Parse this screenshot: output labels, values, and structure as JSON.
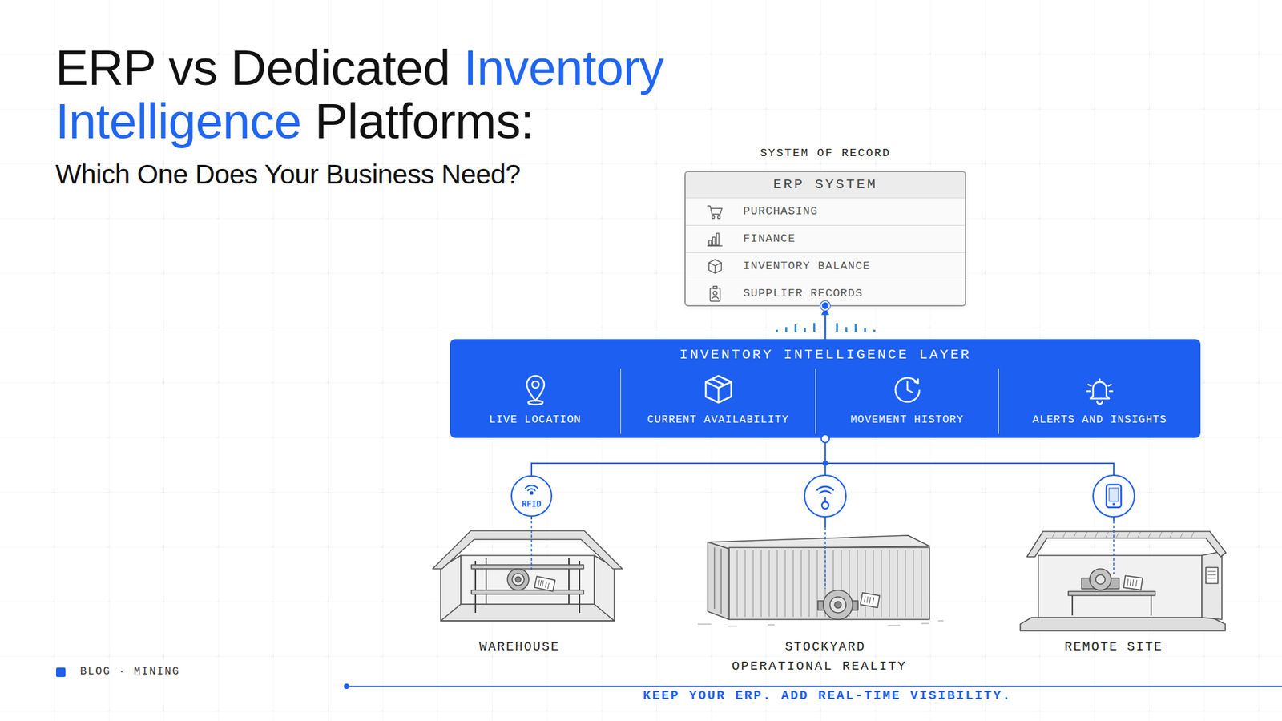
{
  "diagram": {
    "title": "ERP vs Dedicated Inventory Intelligence Platforms:",
    "nodes": [
      {
        "text": [
          "SYSTEM OF RECORD",
          "ERP SYSTEM"
        ]
      },
      {
        "text": [
          "PURCHASING"
        ],
        "in": 0
      },
      {
        "text": [
          "FINANCE"
        ],
        "in": 0
      },
      {
        "text": [
          "INVENTORY BALANCE"
        ],
        "in": 0
      },
      {
        "text": [
          "SUPPLIER RECORDS"
        ],
        "in": 0
      },
      {
        "text": [
          "INVENTORY INTELLIGENCE LAYER"
        ]
      },
      {
        "text": [
          "LIVE LOCATION"
        ],
        "in": 5
      },
      {
        "text": [
          "CURRENT AVAILABILITY"
        ],
        "in": 5
      },
      {
        "text": [
          "MOVEMENT HISTORY"
        ],
        "in": 5
      },
      {
        "text": [
          "ALERTS AND INSIGHTS"
        ],
        "in": 5
      },
      {
        "text": [
          "RFID"
        ]
      },
      {
        "text": [
          "WAREHOUSE"
        ]
      },
      {
        "text": [
          "STOCKYARD"
        ]
      },
      {
        "text": [
          "REMOTE SITE"
        ]
      }
    ],
    "edges": [
      {
        "from": 5,
        "to": 0,
        "arrow": "to"
      },
      {
        "from": 5,
        "to": 10,
        "arrow": "none"
      },
      {
        "from": 10,
        "to": 11,
        "arrow": "none"
      },
      {
        "from": 5,
        "to": 12,
        "arrow": "none"
      },
      {
        "from": 5,
        "to": 13,
        "arrow": "none"
      }
    ],
    "labels": [
      "Which One Does Your Business Need?",
      "OPERATIONAL REALITY",
      "KEEP YOUR ERP. ADD REAL-TIME VISIBILITY.",
      "BLOG · MINING"
    ]
  }
}
